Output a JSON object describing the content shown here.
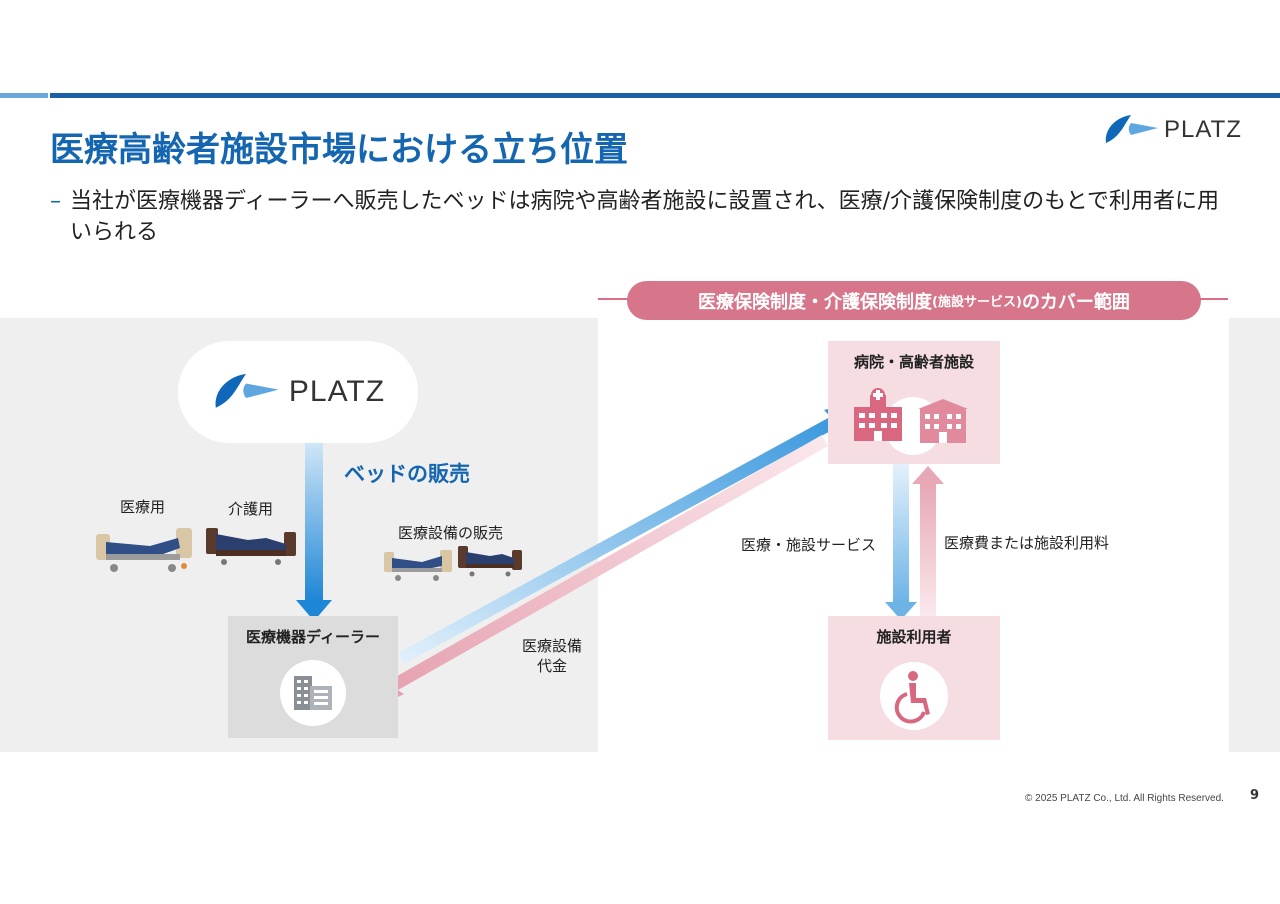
{
  "title": "医療高齢者施設市場における立ち位置",
  "subtitle": {
    "dash": "–",
    "text": "当社が医療機器ディーラーへ販売したベッドは病院や高齢者施設に設置され、医療/介護保険制度のもとで利用者に用いられる"
  },
  "logo": {
    "text": "PLATZ",
    "colors": [
      "#0e67b8",
      "#5ea6e0"
    ]
  },
  "coverage_banner": {
    "main": "医療保険制度・介護保険制度",
    "small": "(施設サービス)",
    "suffix": "のカバー範囲"
  },
  "diagram": {
    "platz_logo_text": "PLATZ",
    "sales_label": "ベッドの販売",
    "bed_medical_label": "医療用",
    "bed_care_label": "介護用",
    "equipment_sales_label": "医療設備の販売",
    "dealer_label": "医療機器ディーラー",
    "payment_label_line1": "医療設備",
    "payment_label_line2": "代金",
    "hospital_label": "病院・高齢者施設",
    "service_label": "医療・施設サービス",
    "fee_label": "医療費または施設利用料",
    "user_label": "施設利用者"
  },
  "icons": [
    "platz-logo",
    "hospital-icon",
    "facility-icon",
    "office-building-icon",
    "wheelchair-icon",
    "bed-icon"
  ],
  "colors": {
    "brand_blue": "#1466b0",
    "arrow_blue": "#2f8fd8",
    "arrow_pink": "#e8a9b6",
    "cover_pink": "#d7758b",
    "pink_box": "#f5dde2",
    "gray_bg": "#efefef"
  },
  "footer": {
    "copyright": "© 2025 PLATZ Co., Ltd. All Rights Reserved.",
    "page": "9"
  }
}
